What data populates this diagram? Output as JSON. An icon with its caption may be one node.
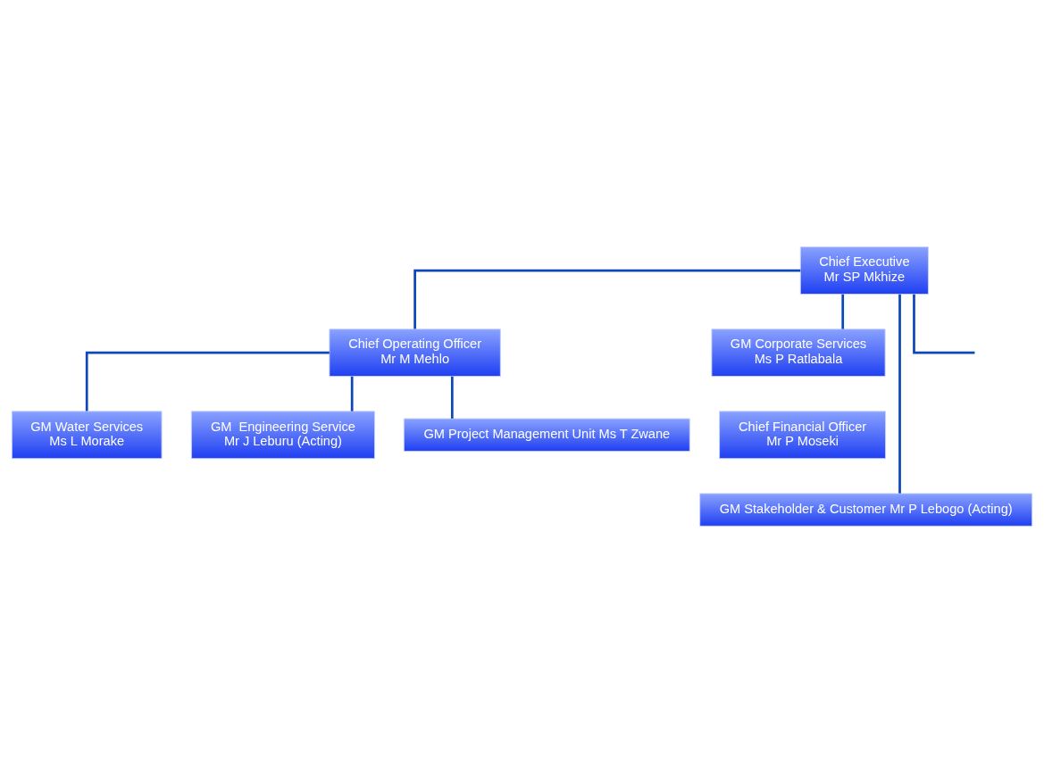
{
  "diagram": {
    "nodes": [
      {
        "text": [
          "Chief Executive",
          "Mr SP Mkhize"
        ]
      },
      {
        "text": [
          "Chief Operating Officer",
          "Mr M Mehlo"
        ]
      },
      {
        "text": [
          "GM Water Services",
          "Ms L Morake"
        ]
      },
      {
        "text": [
          "GM  Engineering Service",
          "Mr J Leburu (Acting)"
        ]
      },
      {
        "text": [
          "GM Project Management Unit Ms T Zwane"
        ]
      },
      {
        "text": [
          "GM Corporate Services",
          "Ms P Ratlabala"
        ]
      },
      {
        "text": [
          "Chief Financial Officer",
          "Mr P Moseki"
        ]
      },
      {
        "text": [
          "GM Stakeholder & Customer Mr P Lebogo (Acting)"
        ]
      }
    ],
    "edges": [
      {
        "from": 0,
        "to": 1,
        "arrow": "none"
      },
      {
        "from": 1,
        "to": 2,
        "arrow": "none"
      },
      {
        "from": 1,
        "to": 3,
        "arrow": "none"
      },
      {
        "from": 1,
        "to": 4,
        "arrow": "none"
      },
      {
        "from": 0,
        "to": 5,
        "arrow": "none"
      },
      {
        "from": 0,
        "to": 7,
        "arrow": "none"
      },
      {
        "from": 0,
        "to": null,
        "arrow": "none"
      }
    ]
  }
}
